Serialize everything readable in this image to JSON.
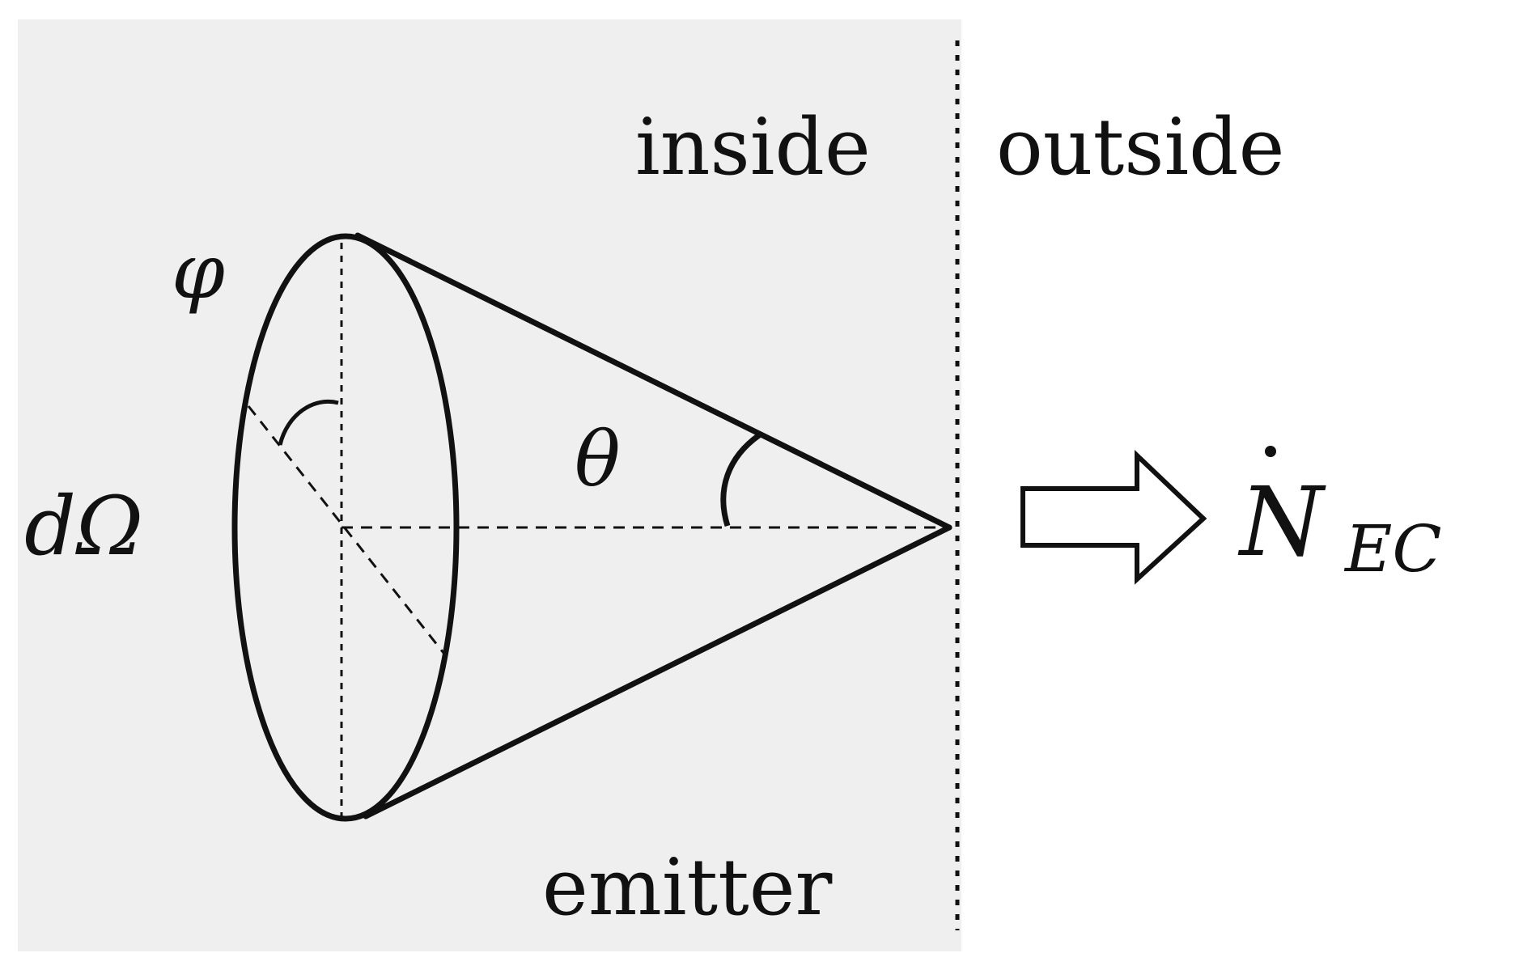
{
  "labels": {
    "inside": "inside",
    "outside": "outside",
    "emitter": "emitter",
    "phi": "φ",
    "theta": "θ",
    "d_omega": "dΩ",
    "n_symbol": "N",
    "n_subscript": "EC"
  },
  "colors": {
    "emitter_region": "#efefef",
    "stroke": "#111111"
  },
  "icons": {
    "arrow": "hollow-right-arrow-icon"
  }
}
